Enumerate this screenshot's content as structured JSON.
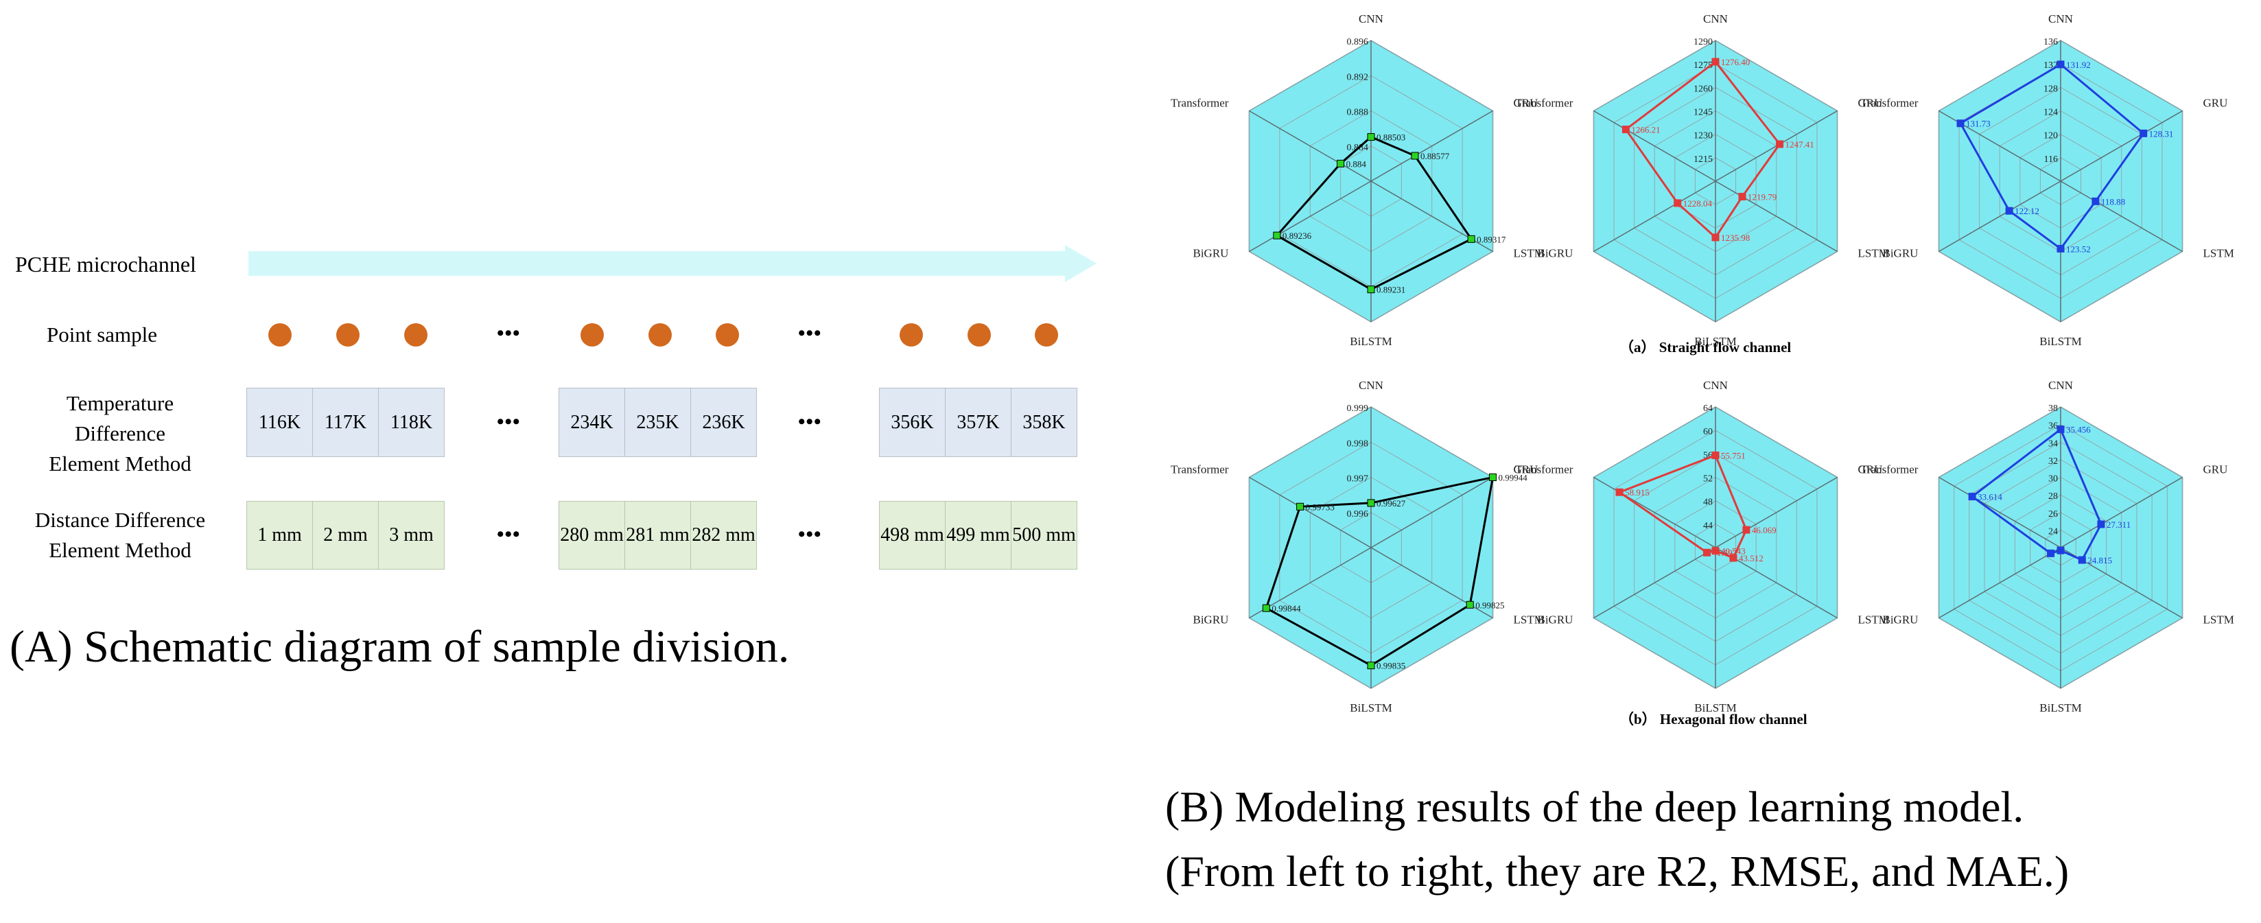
{
  "panel_a": {
    "row_labels": {
      "channel": "PCHE microchannel",
      "points": "Point sample",
      "temp_line1": "Temperature",
      "temp_line2": "Difference",
      "temp_line3": "Element Method",
      "dist_line1": "Distance Difference",
      "dist_line2": "Element Method"
    },
    "ellipsis": "•••",
    "temperature_groups": [
      [
        "116K",
        "117K",
        "118K"
      ],
      [
        "234K",
        "235K",
        "236K"
      ],
      [
        "356K",
        "357K",
        "358K"
      ]
    ],
    "distance_groups": [
      [
        "1 mm",
        "2 mm",
        "3 mm"
      ],
      [
        "280 mm",
        "281 mm",
        "282 mm"
      ],
      [
        "498 mm",
        "499 mm",
        "500 mm"
      ]
    ],
    "caption": "(A) Schematic diagram of sample division."
  },
  "panel_b": {
    "axis_labels": [
      "CNN",
      "GRU",
      "LSTM",
      "BiLSTM",
      "BiGRU",
      "Transformer"
    ],
    "subcaption_a": "（a） Straight flow channel",
    "subcaption_b": "（b） Hexagonal flow channel",
    "caption_line1": "(B) Modeling results of the deep learning model.",
    "caption_line2": "(From left to right, they are R2, RMSE, and MAE.)",
    "colors": {
      "fill": "#7fe9f1",
      "r2": "#2bd41f",
      "rmse": "#e23a3a",
      "mae": "#1f3fe0"
    }
  },
  "chart_data": [
    {
      "type": "radar",
      "metric": "R2",
      "channel": "Straight",
      "axes": [
        "CNN",
        "GRU",
        "LSTM",
        "BiLSTM",
        "BiGRU",
        "Transformer"
      ],
      "ticks": [
        "0.896",
        "0.892",
        "0.888",
        "0.884"
      ],
      "range": [
        0.88,
        0.896
      ],
      "values": [
        0.88503,
        0.88577,
        0.89317,
        0.89231,
        0.89236,
        0.884
      ],
      "labels": [
        "0.88503",
        "0.88577",
        "0.89317",
        "0.89231",
        "0.89236",
        "0.884"
      ],
      "line_color": "#000000",
      "marker_color": "#2bd41f"
    },
    {
      "type": "radar",
      "metric": "RMSE",
      "channel": "Straight",
      "axes": [
        "CNN",
        "GRU",
        "LSTM",
        "BiLSTM",
        "BiGRU",
        "Transformer"
      ],
      "ticks": [
        "1290",
        "1275",
        "1260",
        "1245",
        "1230",
        "1215"
      ],
      "range": [
        1200,
        1290
      ],
      "values": [
        1276.4,
        1247.41,
        1219.79,
        1235.98,
        1228.04,
        1266.21
      ],
      "labels": [
        "1276.40",
        "1247.41",
        "1219.79",
        "1235.98",
        "1228.04",
        "1266.21"
      ],
      "line_color": "#e23a3a",
      "marker_color": "#e23a3a"
    },
    {
      "type": "radar",
      "metric": "MAE",
      "channel": "Straight",
      "axes": [
        "CNN",
        "GRU",
        "LSTM",
        "BiLSTM",
        "BiGRU",
        "Transformer"
      ],
      "ticks": [
        "136",
        "132",
        "128",
        "124",
        "120",
        "116"
      ],
      "range": [
        112,
        136
      ],
      "values": [
        131.92,
        128.31,
        118.88,
        123.52,
        122.12,
        131.73
      ],
      "labels": [
        "131.92",
        "128.31",
        "118.88",
        "123.52",
        "122.12",
        "131.73"
      ],
      "line_color": "#1f3fe0",
      "marker_color": "#1f3fe0"
    },
    {
      "type": "radar",
      "metric": "R2",
      "channel": "Hexagonal",
      "axes": [
        "CNN",
        "GRU",
        "LSTM",
        "BiLSTM",
        "BiGRU",
        "Transformer"
      ],
      "ticks": [
        "0.999",
        "0.998",
        "0.997",
        "0.996"
      ],
      "range": [
        0.995,
        0.999
      ],
      "values": [
        0.99627,
        0.99944,
        0.99825,
        0.99835,
        0.99844,
        0.99733
      ],
      "labels": [
        "0.99627",
        "0.99944",
        "0.99825",
        "0.99835",
        "0.99844",
        "0.99733"
      ],
      "line_color": "#000000",
      "marker_color": "#2bd41f"
    },
    {
      "type": "radar",
      "metric": "RMSE",
      "channel": "Hexagonal",
      "axes": [
        "CNN",
        "GRU",
        "LSTM",
        "BiLSTM",
        "BiGRU",
        "Transformer"
      ],
      "ticks": [
        "64",
        "60",
        "56",
        "52",
        "48",
        "44"
      ],
      "range": [
        40,
        64
      ],
      "values": [
        55.751,
        46.069,
        43.512,
        40.543,
        41.692,
        58.915
      ],
      "labels": [
        "55.751",
        "46.069",
        "43.512",
        "40.543",
        "41.692",
        "58.915"
      ],
      "line_color": "#e23a3a",
      "marker_color": "#e23a3a"
    },
    {
      "type": "radar",
      "metric": "MAE",
      "channel": "Hexagonal",
      "axes": [
        "CNN",
        "GRU",
        "LSTM",
        "BiLSTM",
        "BiGRU",
        "Transformer"
      ],
      "ticks": [
        "38",
        "36",
        "34",
        "32",
        "30",
        "28",
        "26",
        "24"
      ],
      "range": [
        22,
        38
      ],
      "values": [
        35.456,
        27.311,
        24.815,
        22.1,
        23.3,
        33.614
      ],
      "labels": [
        "35.456",
        "27.311",
        "24.815",
        "",
        "",
        "33.614"
      ],
      "line_color": "#1f3fe0",
      "marker_color": "#1f3fe0"
    }
  ]
}
